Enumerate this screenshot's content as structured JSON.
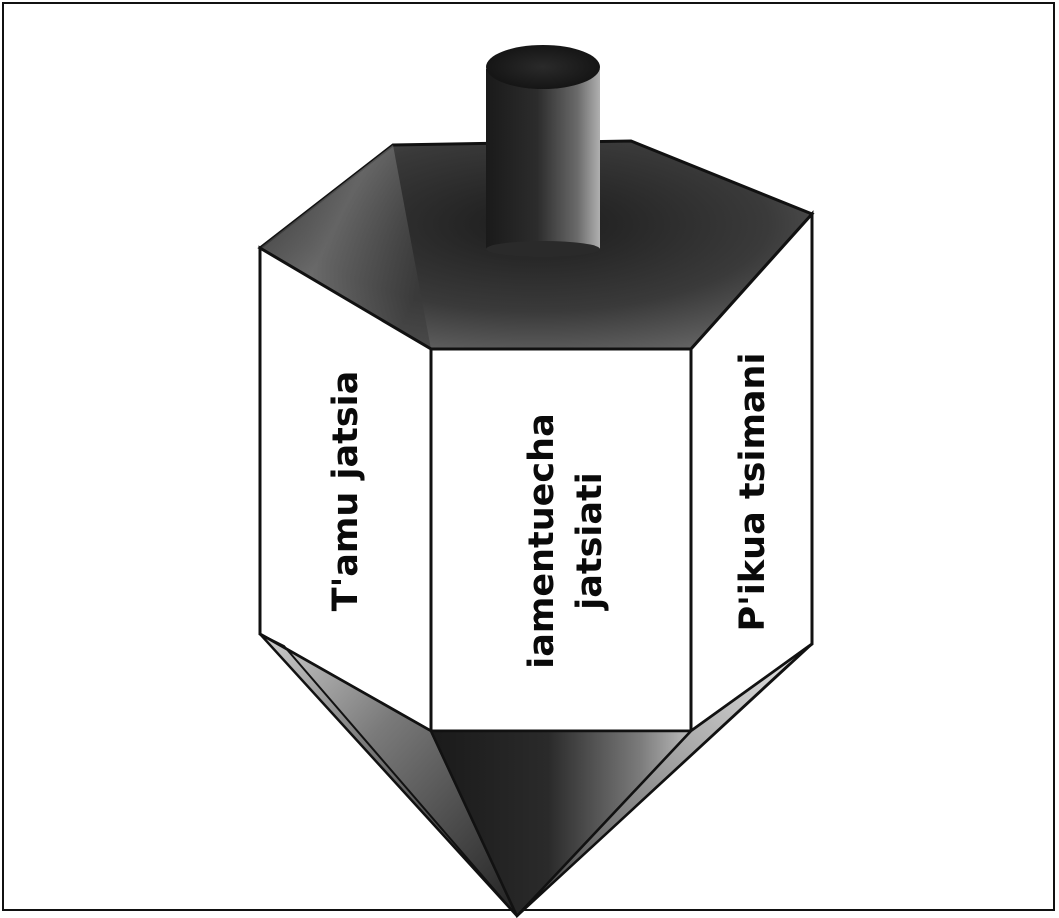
{
  "diagram": {
    "faces": {
      "left_label": "T'amu jatsia",
      "center_label_line1": "iamentuecha",
      "center_label_line2": "jatsiati",
      "right_label": "P'ikua tsimani"
    },
    "colors": {
      "outline": "#111111",
      "face_fill": "#ffffff",
      "shade_dark": "#1a1a1a",
      "shade_light": "#a8a8a8"
    }
  }
}
